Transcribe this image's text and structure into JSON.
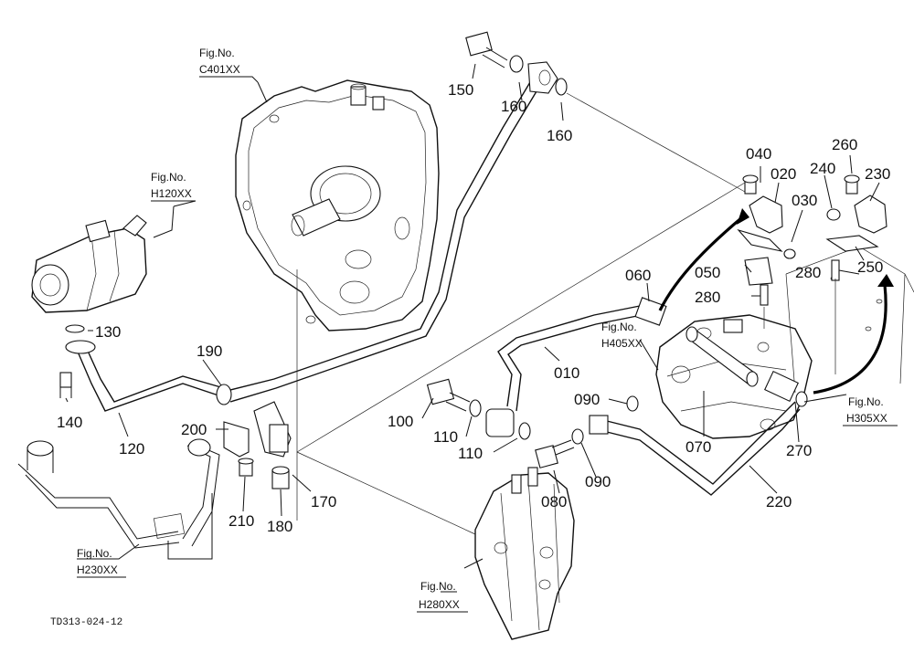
{
  "drawing_code": "TD313-024-12",
  "parts": [
    {
      "id": "p150",
      "label": "150"
    },
    {
      "id": "p160a",
      "label": "160"
    },
    {
      "id": "p160b",
      "label": "160"
    },
    {
      "id": "p040",
      "label": "040"
    },
    {
      "id": "p020",
      "label": "020"
    },
    {
      "id": "p030",
      "label": "030"
    },
    {
      "id": "p260",
      "label": "260"
    },
    {
      "id": "p240",
      "label": "240"
    },
    {
      "id": "p230",
      "label": "230"
    },
    {
      "id": "p060",
      "label": "060"
    },
    {
      "id": "p050",
      "label": "050"
    },
    {
      "id": "p280a",
      "label": "280"
    },
    {
      "id": "p280b",
      "label": "280"
    },
    {
      "id": "p250",
      "label": "250"
    },
    {
      "id": "p130",
      "label": "130"
    },
    {
      "id": "p190",
      "label": "190"
    },
    {
      "id": "p010",
      "label": "010"
    },
    {
      "id": "p140",
      "label": "140"
    },
    {
      "id": "p120",
      "label": "120"
    },
    {
      "id": "p200",
      "label": "200"
    },
    {
      "id": "p100",
      "label": "100"
    },
    {
      "id": "p110a",
      "label": "110"
    },
    {
      "id": "p110b",
      "label": "110"
    },
    {
      "id": "p090a",
      "label": "090"
    },
    {
      "id": "p090b",
      "label": "090"
    },
    {
      "id": "p070",
      "label": "070"
    },
    {
      "id": "p270",
      "label": "270"
    },
    {
      "id": "p080",
      "label": "080"
    },
    {
      "id": "p220",
      "label": "220"
    },
    {
      "id": "p210",
      "label": "210"
    },
    {
      "id": "p170",
      "label": "170"
    },
    {
      "id": "p180",
      "label": "180"
    }
  ],
  "figure_refs": [
    {
      "id": "c401",
      "line1": "Fig.No.",
      "line2": "C401XX"
    },
    {
      "id": "h120",
      "line1": "Fig.No.",
      "line2": "H120XX"
    },
    {
      "id": "h405",
      "line1": "Fig.No.",
      "line2": "H405XX"
    },
    {
      "id": "h305",
      "line1": "Fig.No.",
      "line2": "H305XX"
    },
    {
      "id": "h230",
      "line1": "Fig.No.",
      "line2": "H230XX"
    },
    {
      "id": "h280",
      "line1": "Fig.No.",
      "line2": "H280XX"
    }
  ]
}
